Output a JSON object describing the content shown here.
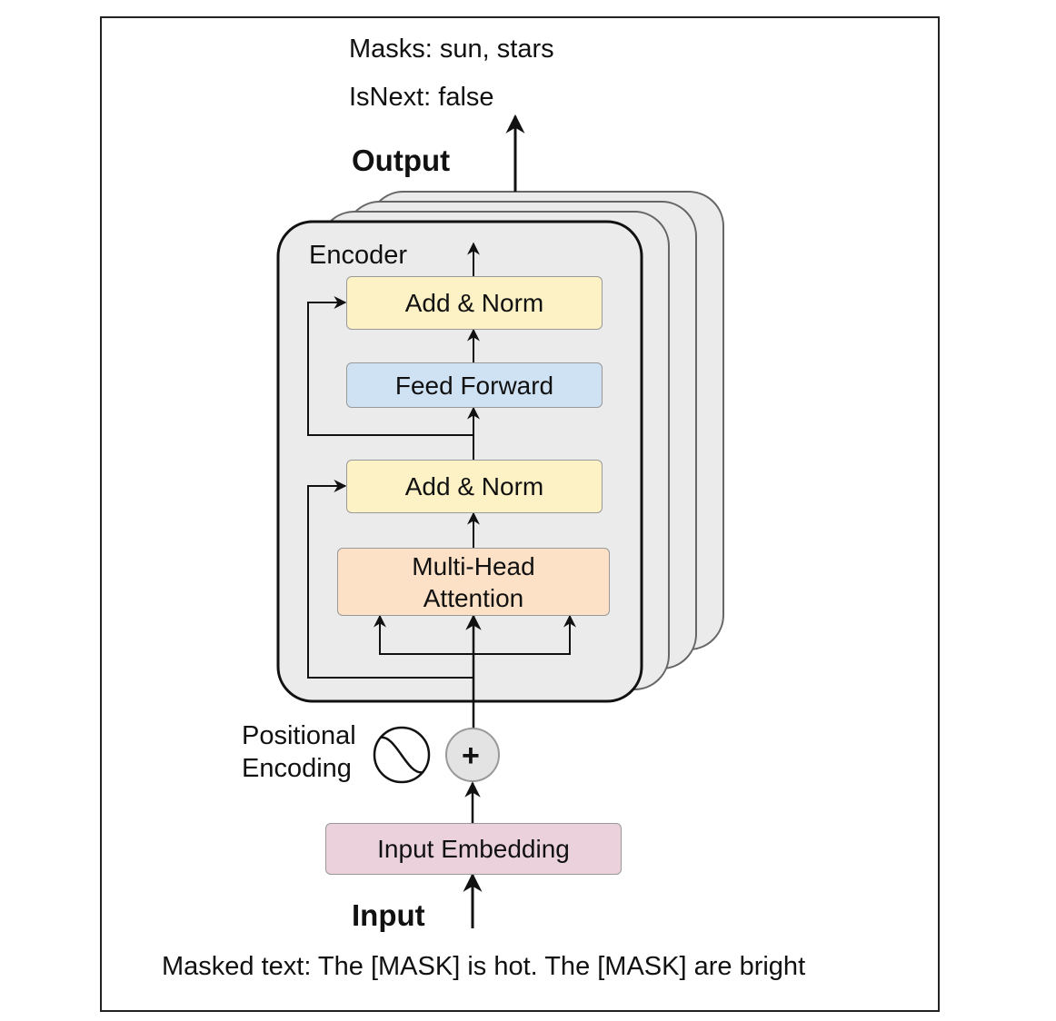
{
  "top": {
    "masks": "Masks: sun, stars",
    "isnext": "IsNext: false"
  },
  "output_label": "Output",
  "encoder": {
    "title": "Encoder",
    "add_norm_top": "Add & Norm",
    "feed_forward": "Feed Forward",
    "add_norm_bottom": "Add & Norm",
    "multi_head_line1": "Multi-Head",
    "multi_head_line2": "Attention"
  },
  "positional_encoding": {
    "line1": "Positional",
    "line2": "Encoding",
    "symbol": "+"
  },
  "input_embedding": "Input Embedding",
  "input_label": "Input",
  "masked_text": "Masked text: The [MASK] is hot. The [MASK] are bright",
  "colors": {
    "add_norm": "#fdf2c5",
    "feed_forward": "#cfe2f3",
    "multi_head": "#fce1c7",
    "input_embedding": "#ead1dc",
    "encoder_bg": "#ebebeb"
  }
}
